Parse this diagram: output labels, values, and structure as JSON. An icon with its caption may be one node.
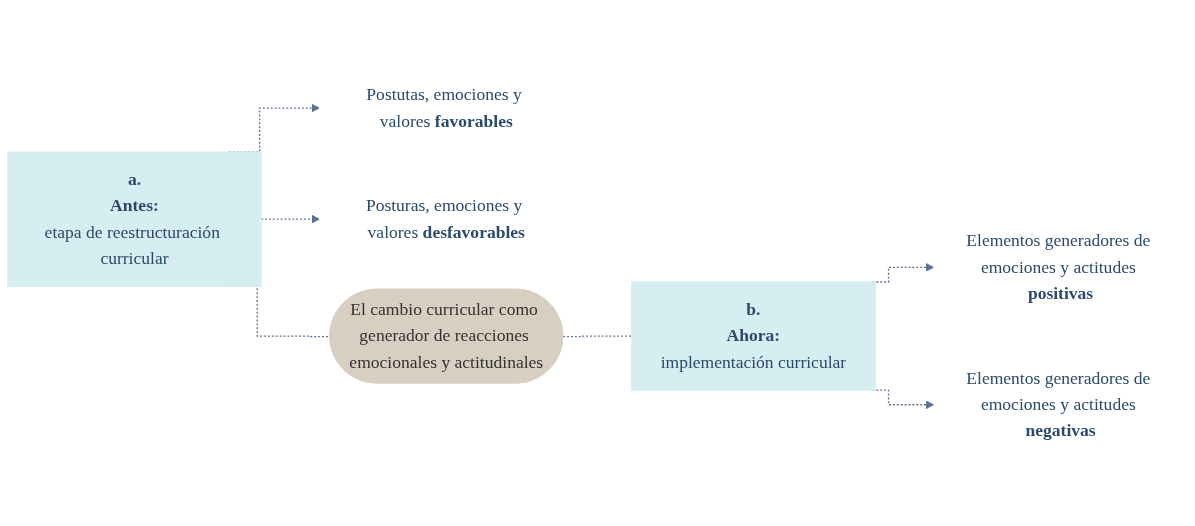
{
  "diagram": {
    "nodes": [
      {
        "text": [
          "Postutas, emociones y valores **favorables**"
        ]
      },
      {
        "text": [
          "a.",
          "Antes:",
          "etapa de reestructuración curricular"
        ]
      },
      {
        "text": [
          "Posturas, emociones y valores **desfavorables**"
        ]
      },
      {
        "text": [
          "El cambio curricular como generador de reacciones emocionales y actitudinales"
        ]
      },
      {
        "text": [
          "b.",
          "Ahora:",
          "implementación curricular"
        ]
      },
      {
        "text": [
          "Elementos generadores de emociones y actitudes **positivas**"
        ]
      },
      {
        "text": [
          "Elementos generadores de emociones y actitudes **negativas**"
        ]
      }
    ],
    "edges": [
      {
        "from": 1,
        "to": 0,
        "arrow": "to",
        "style": "dashed"
      },
      {
        "from": 1,
        "to": 2,
        "arrow": "to",
        "style": "dashed"
      },
      {
        "from": 1,
        "to": 3,
        "arrow": "none",
        "style": "dashed"
      },
      {
        "from": 3,
        "to": 4,
        "arrow": "none",
        "style": "dashed"
      },
      {
        "from": 4,
        "to": 5,
        "arrow": "to",
        "style": "dashed"
      },
      {
        "from": 4,
        "to": 6,
        "arrow": "to",
        "style": "dashed"
      }
    ]
  }
}
